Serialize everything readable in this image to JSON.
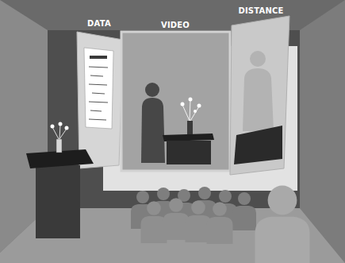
{
  "diagram": {
    "nodes": [
      {
        "text": [
          "DATA"
        ]
      },
      {
        "text": [
          "VIDEO"
        ]
      },
      {
        "text": [
          "DISTANCE"
        ]
      }
    ]
  }
}
